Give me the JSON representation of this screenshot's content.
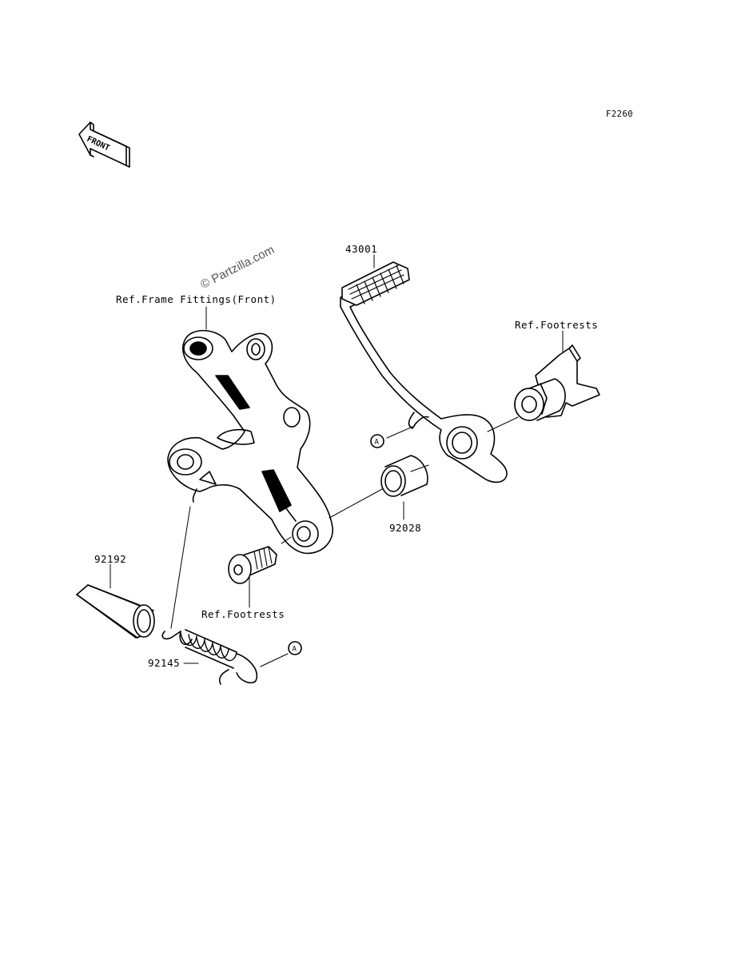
{
  "figure_code": "F2260",
  "direction_arrow": "FRONT",
  "watermark": "© Partzilla.com",
  "labels": {
    "frame_fittings": "Ref.Frame Fittings(Front)",
    "footrests_upper": "Ref.Footrests",
    "footrests_lower": "Ref.Footrests",
    "part_43001": "43001",
    "part_92028": "92028",
    "part_92192": "92192",
    "part_92145": "92145",
    "marker_a": "A"
  },
  "footer": ""
}
